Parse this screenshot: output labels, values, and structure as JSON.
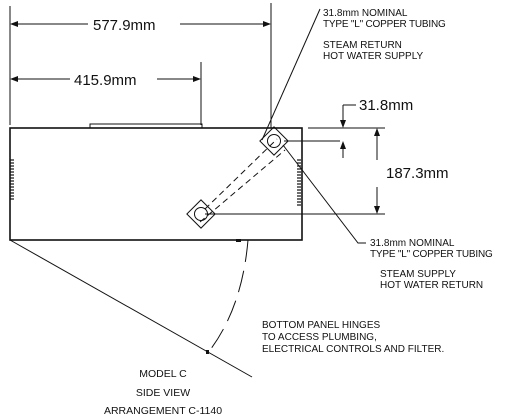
{
  "dimensions": {
    "overall_width": "577.9mm",
    "inner_width": "415.9mm",
    "pipe_offset": "31.8mm",
    "pipe_height": "187.3mm"
  },
  "callout_top": {
    "line1": "31.8mm NOMINAL",
    "line2": "TYPE \"L\" COPPER TUBING",
    "line3": "STEAM RETURN",
    "line4": "HOT WATER SUPPLY"
  },
  "callout_bottom": {
    "line1": "31.8mm NOMINAL",
    "line2": "TYPE \"L\" COPPER TUBING",
    "line3": "STEAM SUPPLY",
    "line4": "HOT WATER RETURN"
  },
  "hinge_note": {
    "line1": "BOTTOM PANEL HINGES",
    "line2": "TO ACCESS PLUMBING,",
    "line3": "ELECTRICAL CONTROLS AND FILTER."
  },
  "title_block": {
    "model": "MODEL C",
    "view": "SIDE VIEW",
    "arrangement": "ARRANGEMENT C-1140"
  }
}
